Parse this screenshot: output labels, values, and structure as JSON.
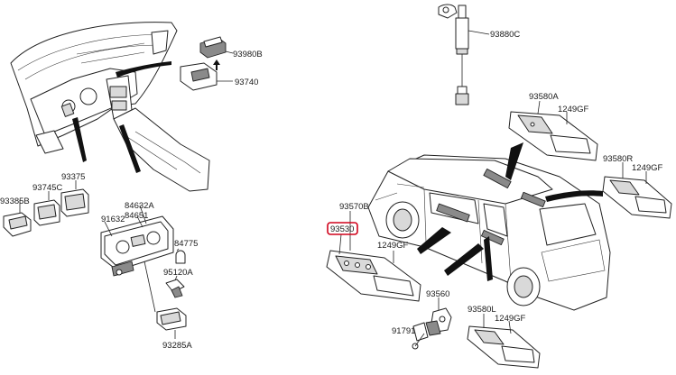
{
  "labels": {
    "p93980B": "93980B",
    "p93740": "93740",
    "p93880C": "93880C",
    "p93580A": "93580A",
    "p1249GF_a": "1249GF",
    "p93580R": "93580R",
    "p1249GF_b": "1249GF",
    "p93570B": "93570B",
    "p93530": "93530",
    "p1249GF_c": "1249GF",
    "p93560": "93560",
    "p91791": "91791",
    "p93580L": "93580L",
    "p1249GF_d": "1249GF",
    "p93375": "93375",
    "p93745C": "93745C",
    "p93385B": "93385B",
    "p84632A": "84632A",
    "p84651": "84651",
    "p91632": "91632",
    "p84775": "84775",
    "p95120A": "95120A",
    "p93285A": "93285A"
  },
  "highlight": {
    "part": "93530",
    "color": "#d0021b"
  }
}
